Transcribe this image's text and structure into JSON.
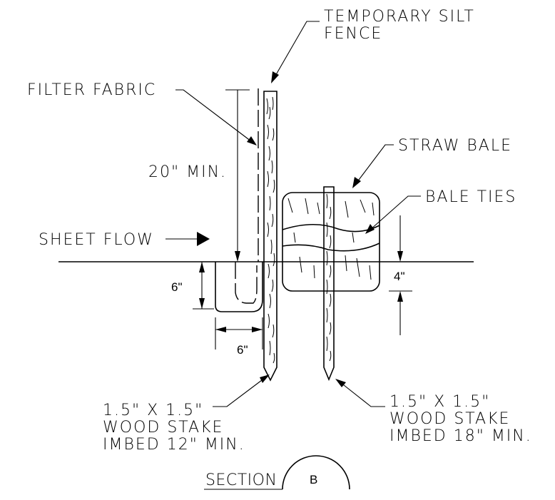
{
  "labels": {
    "silt_fence_1": "TEMPORARY SILT",
    "silt_fence_2": "FENCE",
    "filter_fabric": "FILTER FABRIC",
    "straw_bale": "STRAW BALE",
    "bale_ties": "BALE TIES",
    "height_min": "20\" MIN.",
    "sheet_flow": "SHEET FLOW",
    "trench_depth": "6\"",
    "trench_width": "6\"",
    "bale_embed": "4\"",
    "stake_left_1": "1.5\" X 1.5\"",
    "stake_left_2": "WOOD STAKE",
    "stake_left_3": "IMBED 12\" MIN.",
    "stake_right_1": "1.5\" X 1.5\"",
    "stake_right_2": "WOOD STAKE",
    "stake_right_3": "IMBED 18\" MIN.",
    "section_word": "SECTION",
    "section_id": "B"
  }
}
